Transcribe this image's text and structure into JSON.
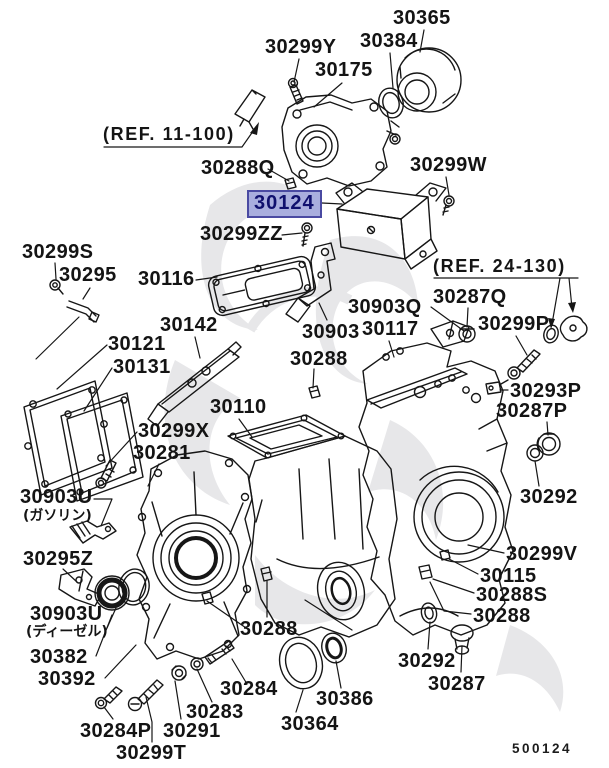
{
  "diagram": {
    "type": "exploded-parts-diagram",
    "drawing_code": "500124",
    "highlighted_part": "30124",
    "colors": {
      "line": "#161616",
      "highlight_fill": "#a9aede",
      "highlight_border": "#4a4aa2",
      "highlight_text": "#10106e",
      "watermark": "#e7e7e9"
    },
    "labels": [
      {
        "text": "30365"
      },
      {
        "text": "30384"
      },
      {
        "text": "30299Y"
      },
      {
        "text": "30175"
      },
      {
        "text": "(REF. 11-100)"
      },
      {
        "text": "30288Q"
      },
      {
        "text": "30299W"
      },
      {
        "text": "30124"
      },
      {
        "text": "30299ZZ"
      },
      {
        "text": "(REF. 24-130)"
      },
      {
        "text": "30299S"
      },
      {
        "text": "30295"
      },
      {
        "text": "30116"
      },
      {
        "text": "30903Q"
      },
      {
        "text": "30287Q"
      },
      {
        "text": "30299P"
      },
      {
        "text": "30142"
      },
      {
        "text": "30903"
      },
      {
        "text": "30117"
      },
      {
        "text": "30121"
      },
      {
        "text": "30131"
      },
      {
        "text": "30288"
      },
      {
        "text": "30293P"
      },
      {
        "text": "30287P"
      },
      {
        "text": "30110"
      },
      {
        "text": "30299X"
      },
      {
        "text": "30281"
      },
      {
        "text": "30292"
      },
      {
        "text": "30903U"
      },
      {
        "text": "(ガソリン)"
      },
      {
        "text": "30295Z"
      },
      {
        "text": "30299V"
      },
      {
        "text": "30115"
      },
      {
        "text": "30288S"
      },
      {
        "text": "30288"
      },
      {
        "text": "30903U"
      },
      {
        "text": "(ディーゼル)"
      },
      {
        "text": "30382"
      },
      {
        "text": "30392"
      },
      {
        "text": "30288"
      },
      {
        "text": "30292"
      },
      {
        "text": "30287"
      },
      {
        "text": "30284"
      },
      {
        "text": "30283"
      },
      {
        "text": "30284P"
      },
      {
        "text": "30291"
      },
      {
        "text": "30299T"
      },
      {
        "text": "30386"
      },
      {
        "text": "30364"
      }
    ]
  }
}
